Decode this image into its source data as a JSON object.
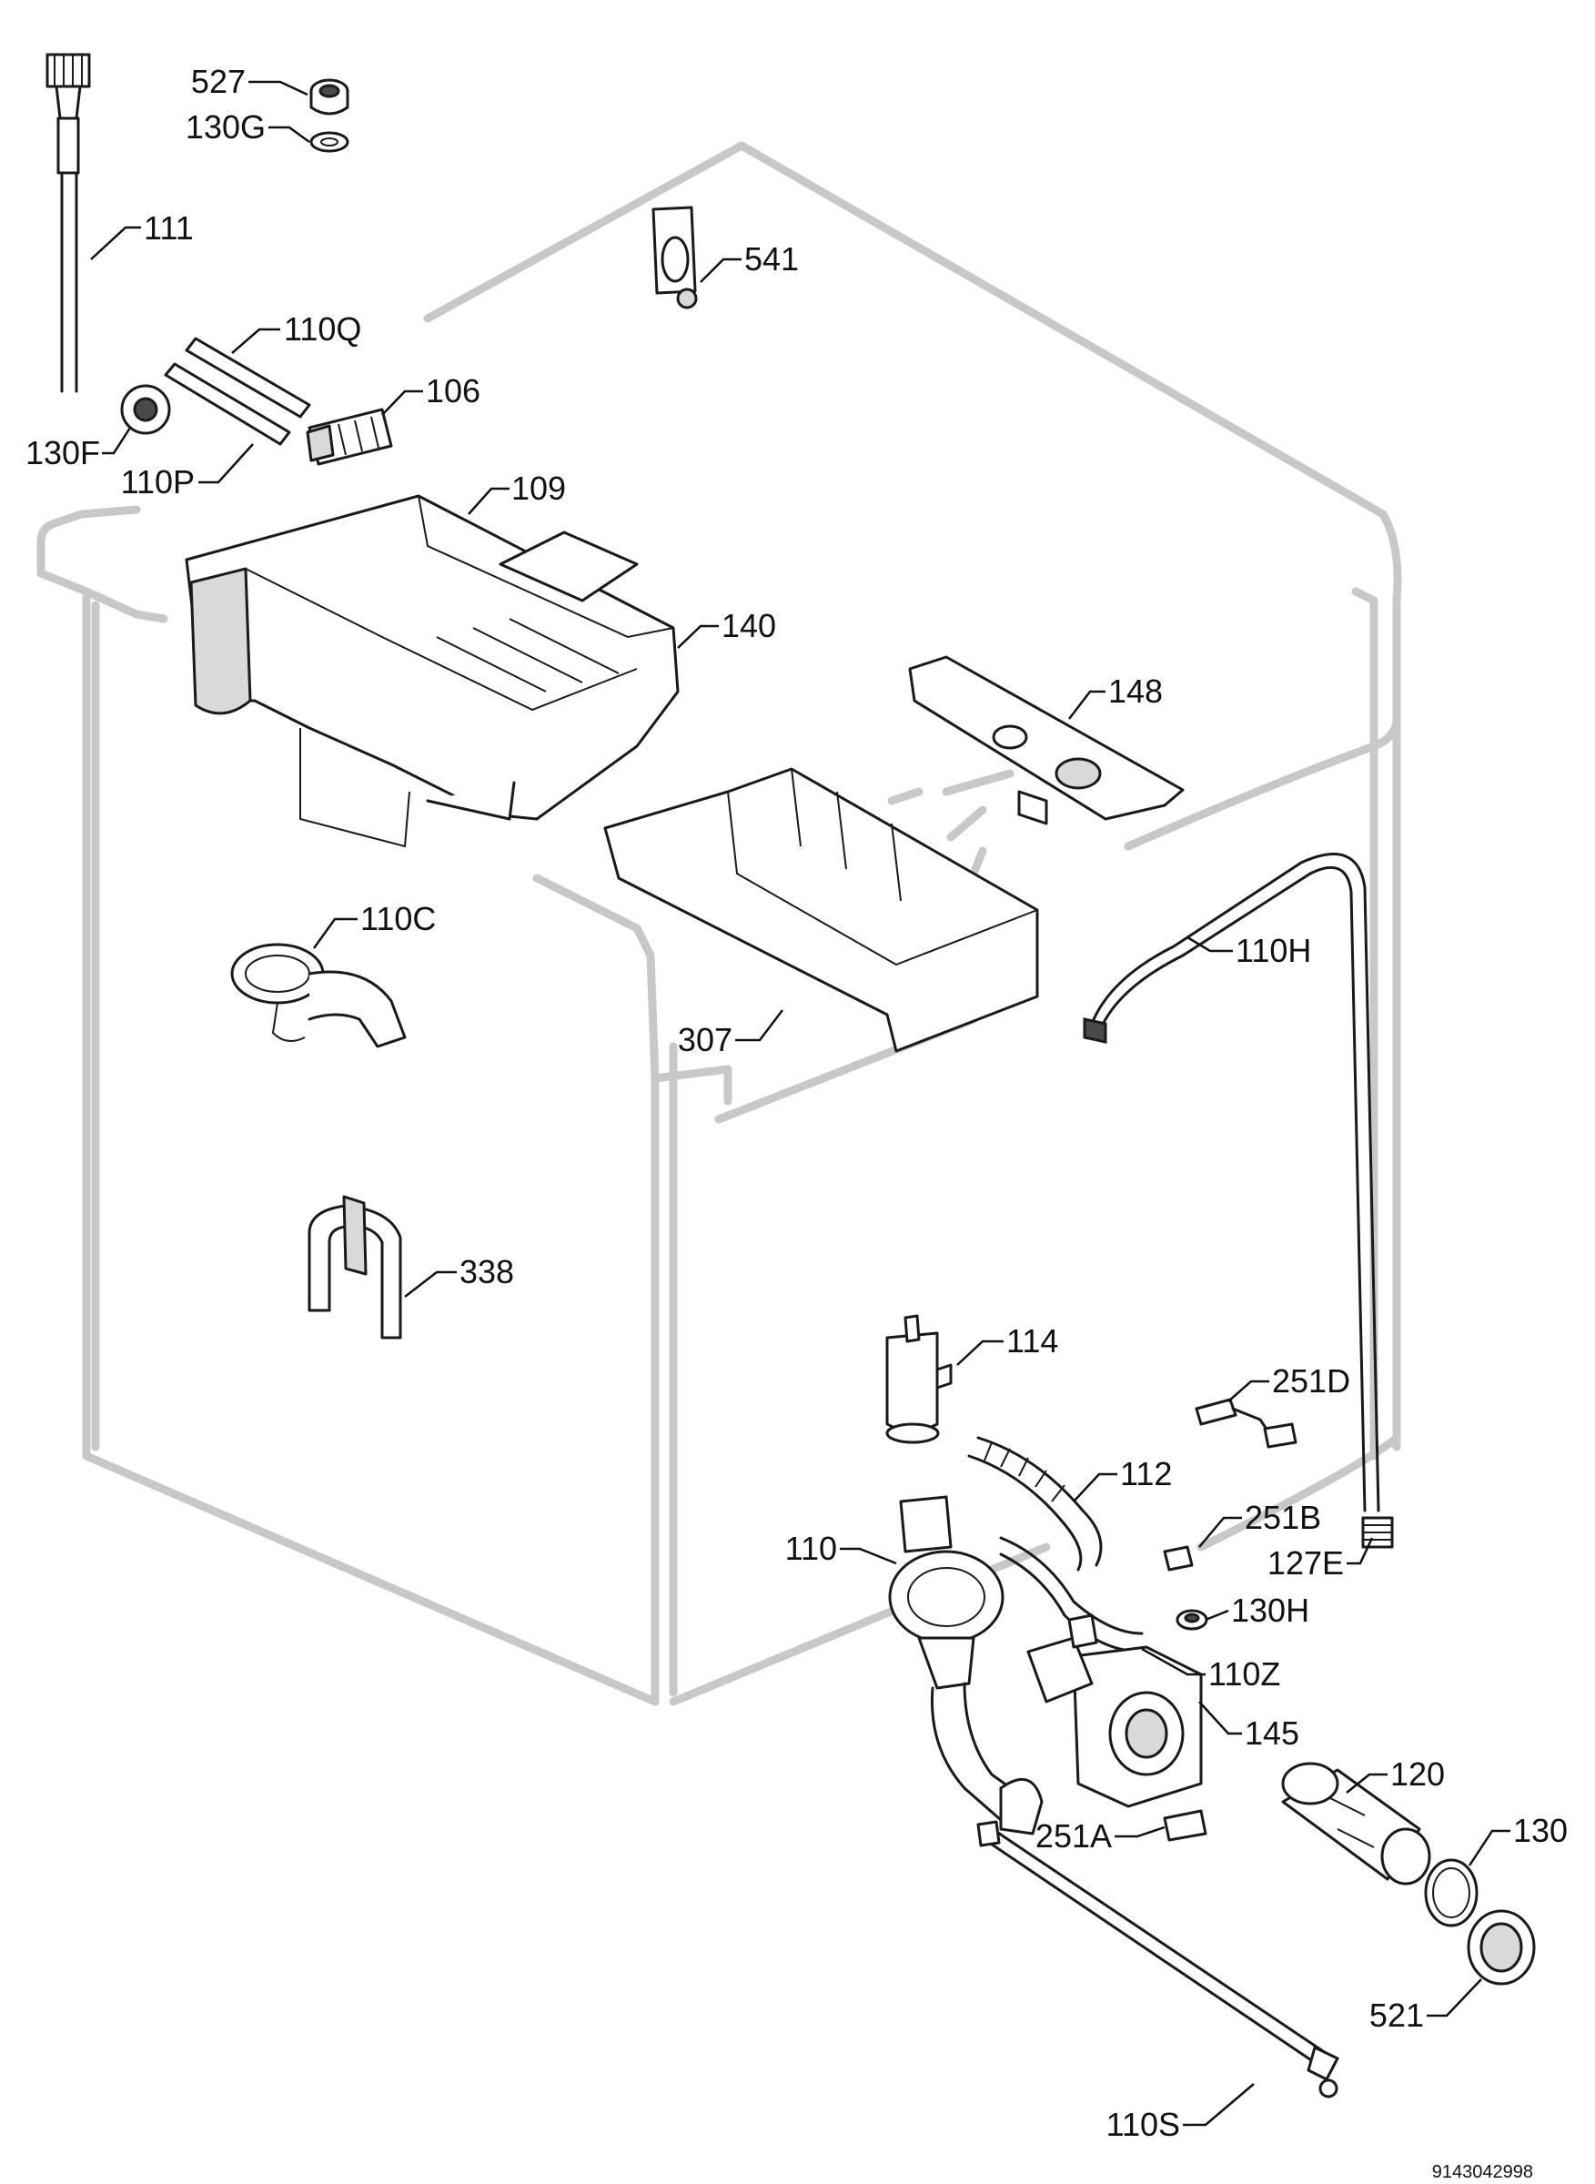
{
  "diagram": {
    "doc_number": "9143042998",
    "parts": [
      {
        "id": "527"
      },
      {
        "id": "130G"
      },
      {
        "id": "111"
      },
      {
        "id": "541"
      },
      {
        "id": "110Q"
      },
      {
        "id": "106"
      },
      {
        "id": "130F"
      },
      {
        "id": "110P"
      },
      {
        "id": "109"
      },
      {
        "id": "140"
      },
      {
        "id": "148"
      },
      {
        "id": "110C"
      },
      {
        "id": "110H"
      },
      {
        "id": "307"
      },
      {
        "id": "338"
      },
      {
        "id": "114"
      },
      {
        "id": "251D"
      },
      {
        "id": "112"
      },
      {
        "id": "110"
      },
      {
        "id": "251B"
      },
      {
        "id": "127E"
      },
      {
        "id": "130H"
      },
      {
        "id": "110Z"
      },
      {
        "id": "145"
      },
      {
        "id": "120"
      },
      {
        "id": "130"
      },
      {
        "id": "251A"
      },
      {
        "id": "521"
      },
      {
        "id": "110S"
      }
    ]
  }
}
